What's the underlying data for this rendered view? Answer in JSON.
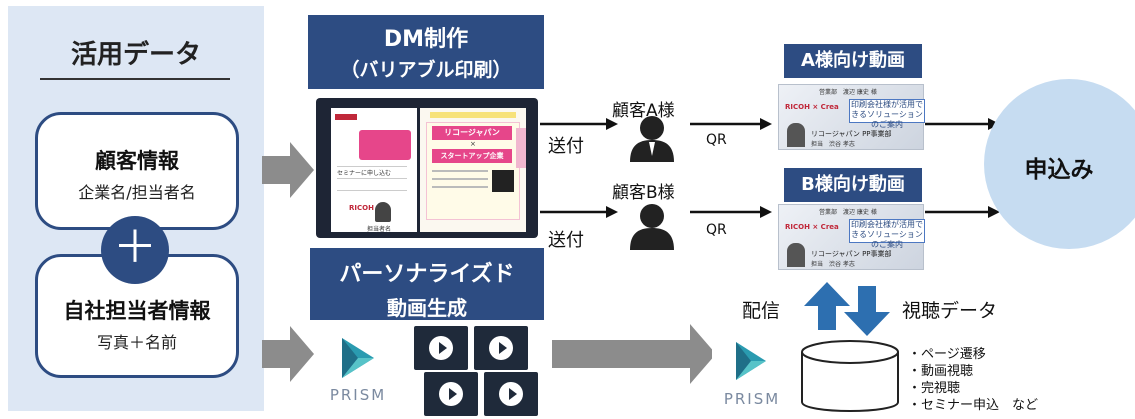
{
  "left_panel": {
    "title": "活用データ",
    "customer_info": {
      "title": "顧客情報",
      "subtitle": "企業名/担当者名"
    },
    "plus": "＋",
    "staff_info": {
      "title": "自社担当者情報",
      "subtitle": "写真＋名前"
    }
  },
  "dm_production": {
    "title": "DM制作",
    "subtitle": "（バリアブル印刷）"
  },
  "dm_sample": {
    "card_title": "リコージャパン",
    "card_x": "×",
    "card_title2": "スタートアップ企業",
    "seminar_note": "セミナーに申し込む",
    "logo_text": "RICOH",
    "person_caption": "担当者名"
  },
  "personalized_video": {
    "title": "パーソナライズド",
    "title2": "動画生成"
  },
  "customers": [
    {
      "label": "顧客A様",
      "send_label": "送付",
      "qr_label": "QR",
      "video_title": "A様向け動画",
      "thumb": {
        "header": "営業部　渡辺 康史 様",
        "logo": "RICOH × Crea",
        "headline": "印刷会社様が活用できるソリューションのご案内",
        "presenter": "リコージャパン PP事業部",
        "presenter_name": "担当　渋谷 孝志"
      }
    },
    {
      "label": "顧客B様",
      "send_label": "送付",
      "qr_label": "QR",
      "video_title": "B様向け動画",
      "thumb": {
        "header": "営業部　渡辺 康史 様",
        "logo": "RICOH × Crea",
        "headline": "印刷会社様が活用できるソリューションのご案内",
        "presenter": "リコージャパン PP事業部",
        "presenter_name": "担当　渋谷 孝志"
      }
    }
  ],
  "apply": "申込み",
  "delivery_label": "配信",
  "viewing_data_label": "視聴データ",
  "prism_word": "PRISM",
  "viewing_data_items": [
    "・ページ遷移",
    "・動画視聴",
    "・完視聴",
    "・セミナー申込　など"
  ],
  "colors": {
    "navy": "#2d4c82",
    "panel_bg": "#dde7f4",
    "apply_bg": "#c6dcf1",
    "arrow_gray": "#8c8c8c",
    "prism_teal": "#2a9bb0"
  }
}
